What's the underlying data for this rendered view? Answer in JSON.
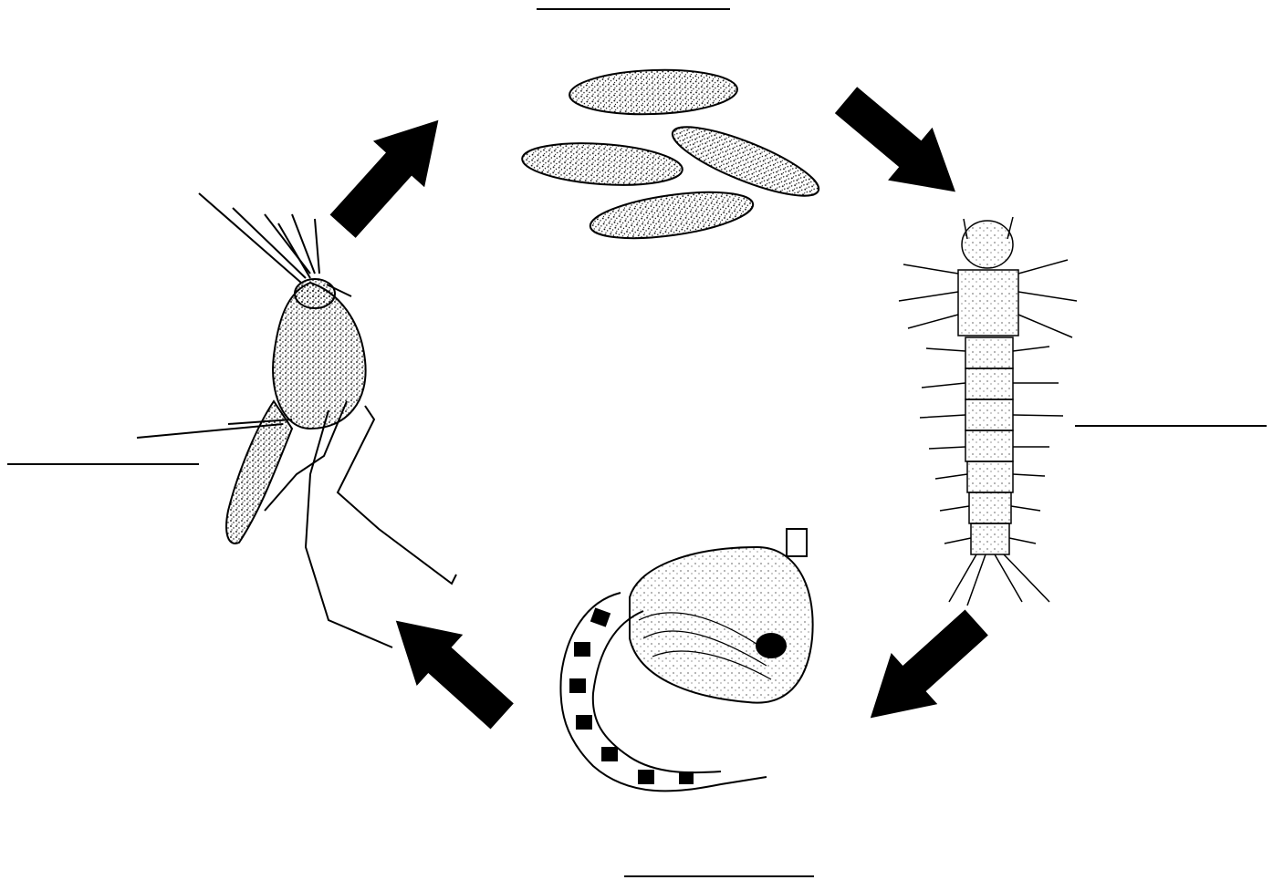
{
  "diagram": {
    "stages": [
      {
        "id": "eggs",
        "label": ""
      },
      {
        "id": "larva",
        "label": ""
      },
      {
        "id": "pupa",
        "label": ""
      },
      {
        "id": "adult",
        "label": ""
      }
    ],
    "arrow_color": "#000000",
    "line_color": "#000000",
    "background": "#ffffff"
  }
}
